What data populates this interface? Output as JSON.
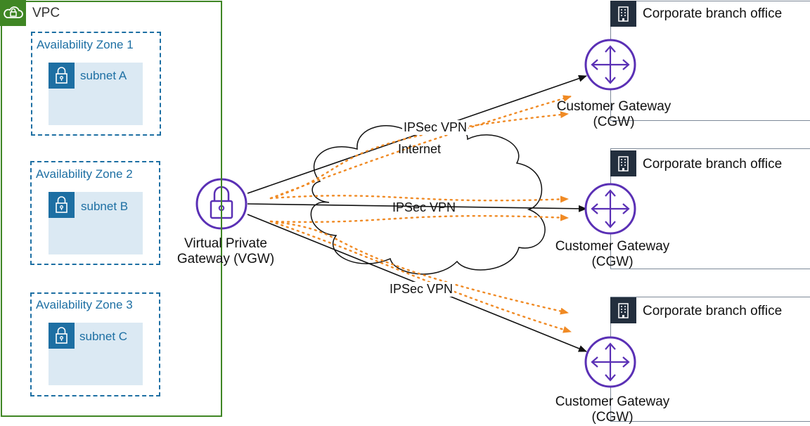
{
  "vpc": {
    "label": "VPC",
    "icon": "cloud-lock-icon"
  },
  "zones": [
    {
      "label": "Availability Zone 1",
      "subnet": "subnet A"
    },
    {
      "label": "Availability Zone 2",
      "subnet": "subnet B"
    },
    {
      "label": "Availability Zone 3",
      "subnet": "subnet C"
    }
  ],
  "vgw": {
    "label_line1": "Virtual Private",
    "label_line2": "Gateway (VGW)",
    "icon": "padlock-icon"
  },
  "internet": {
    "label": "Internet"
  },
  "vpn_labels": [
    "IPSec VPN",
    "IPSec VPN",
    "IPSec VPN"
  ],
  "branches": [
    {
      "label": "Corporate branch office",
      "gateway_line1": "Customer Gateway",
      "gateway_line2": "(CGW)"
    },
    {
      "label": "Corporate branch office",
      "gateway_line1": "Customer Gateway",
      "gateway_line2": "(CGW)"
    },
    {
      "label": "Corporate branch office",
      "gateway_line1": "Customer Gateway",
      "gateway_line2": "(CGW)"
    }
  ],
  "colors": {
    "vpc_green": "#3f8624",
    "az_blue": "#1d6fa3",
    "subnet_fill": "#dbe9f3",
    "gateway_purple": "#5a30b5",
    "traffic_orange": "#f08a24",
    "branch_icon": "#232f3e"
  }
}
